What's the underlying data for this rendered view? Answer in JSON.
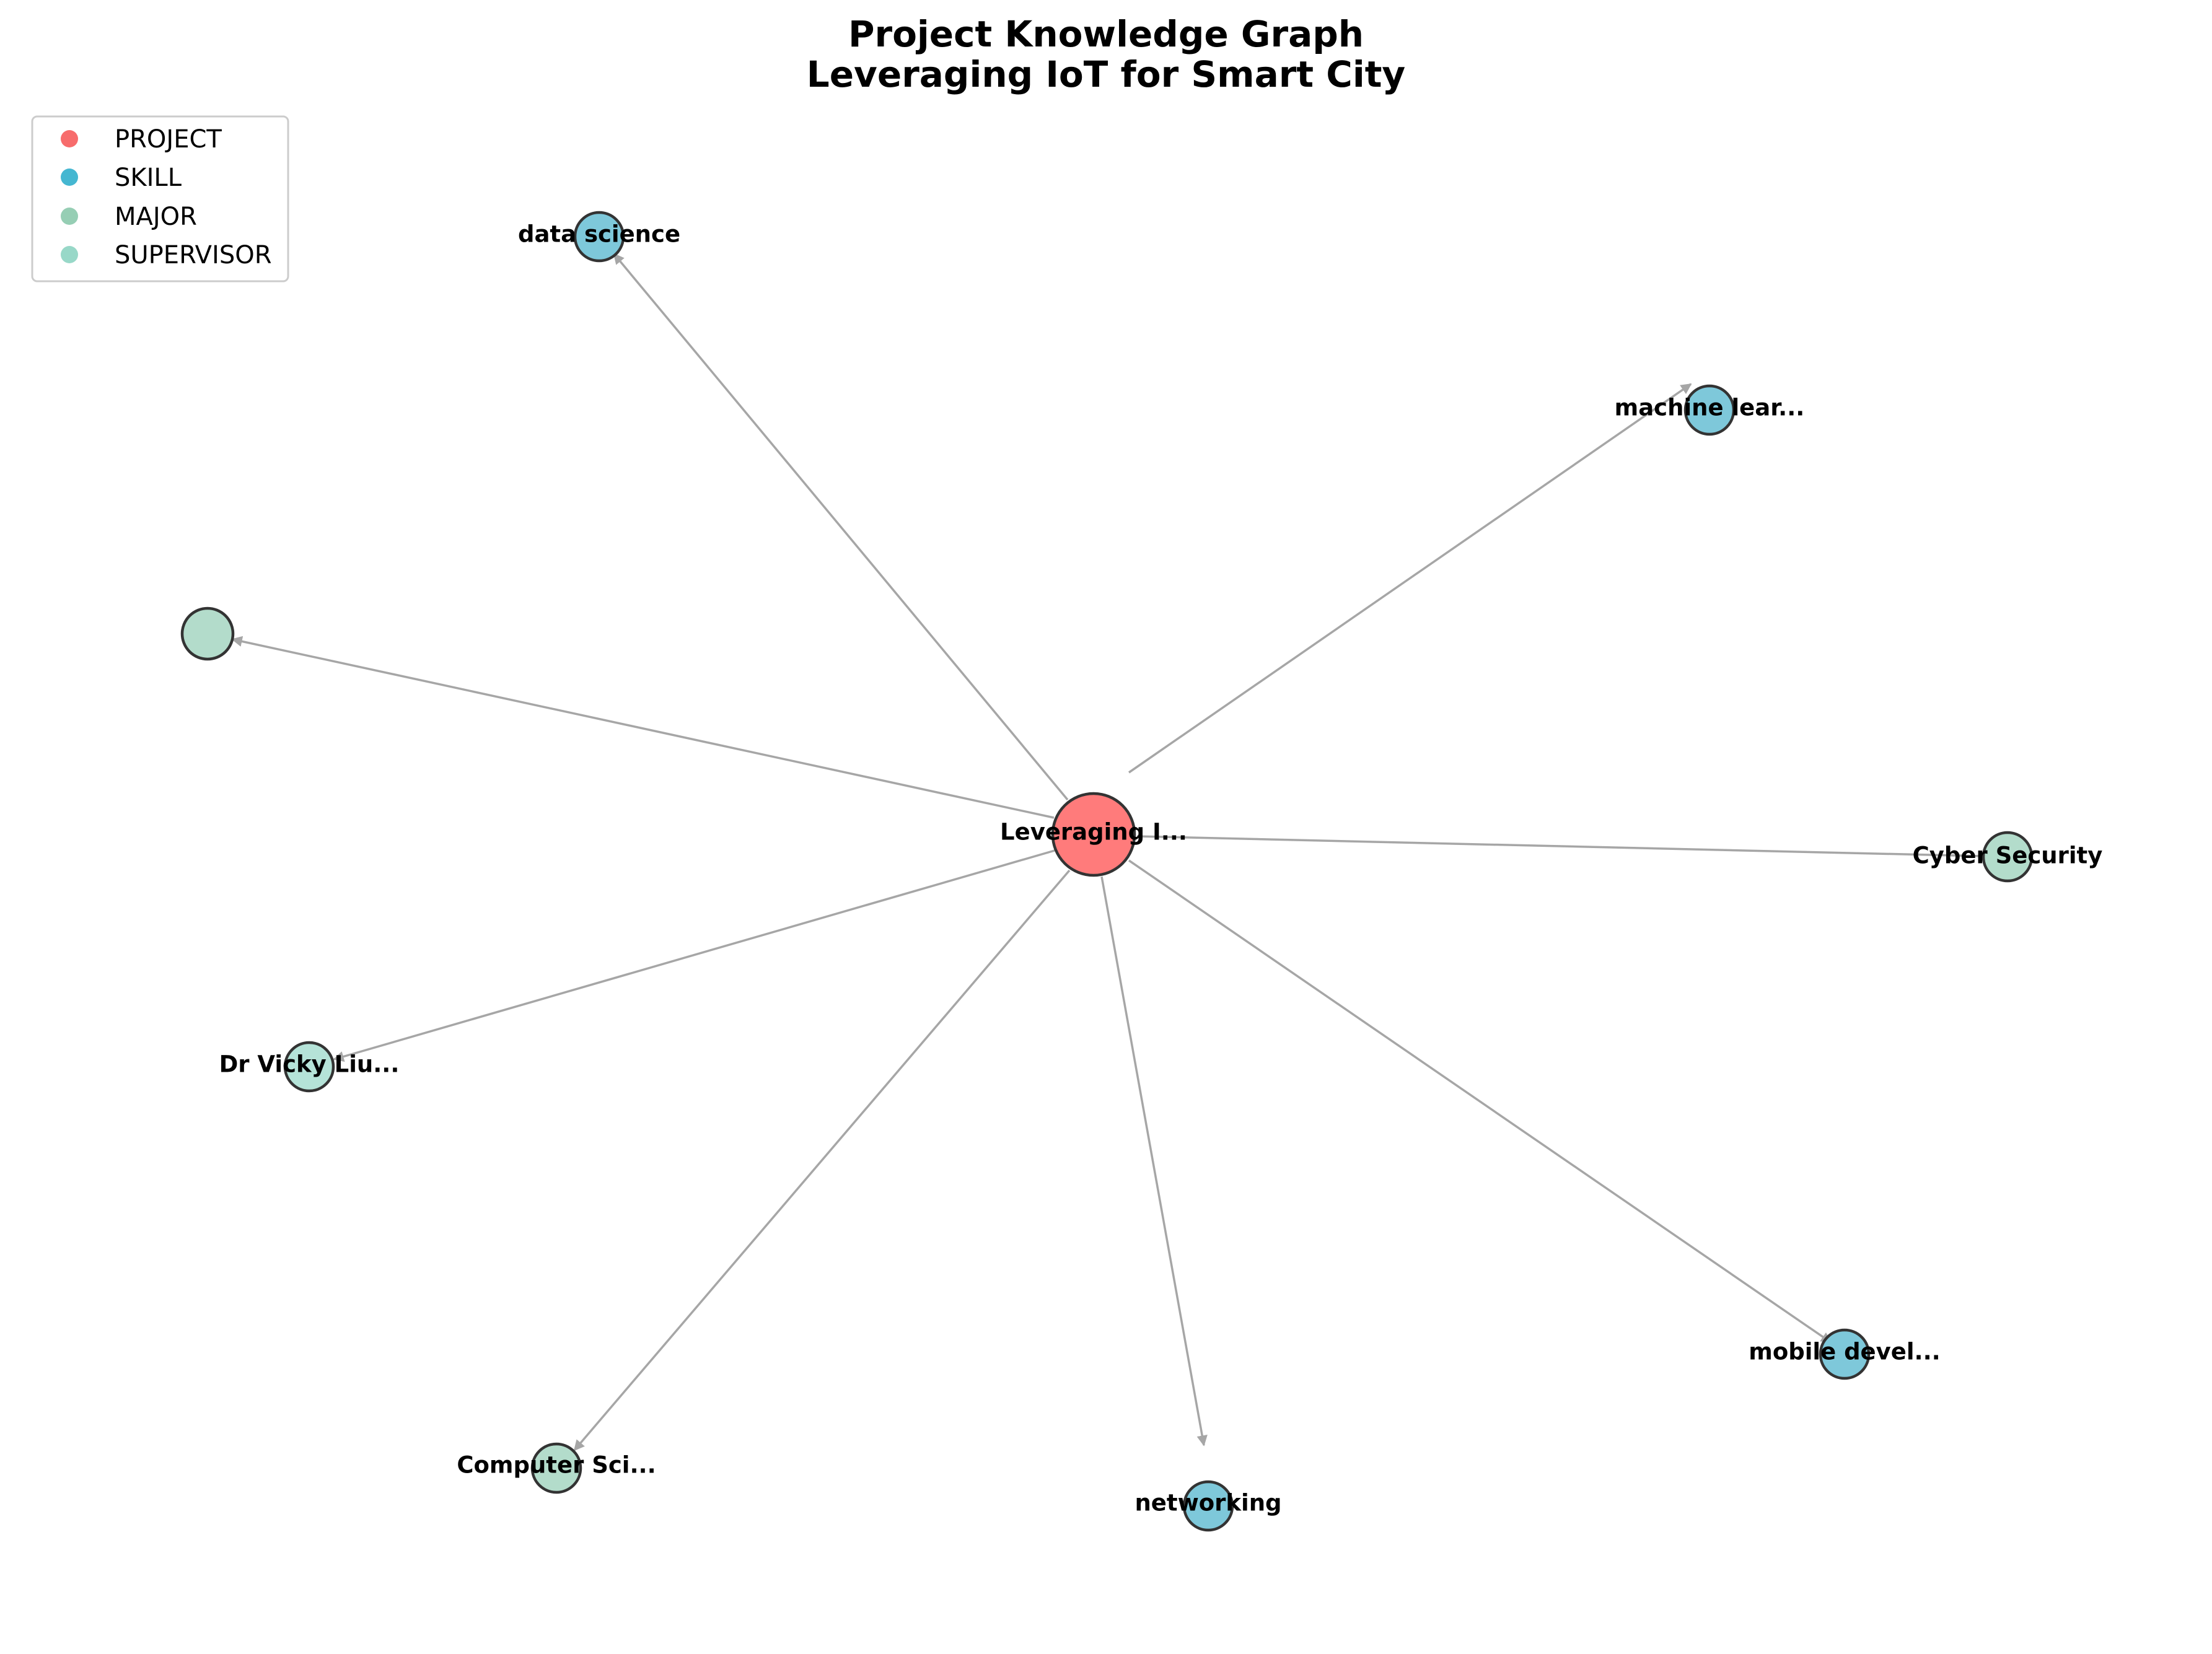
{
  "title": {
    "line1": "Project Knowledge Graph",
    "line2": "Leveraging IoT for Smart City"
  },
  "legend": [
    {
      "label": "PROJECT",
      "color": "#f76c6c"
    },
    {
      "label": "SKILL",
      "color": "#45b7d1"
    },
    {
      "label": "MAJOR",
      "color": "#96ceb4"
    },
    {
      "label": "SUPERVISOR",
      "color": "#98d8c8"
    }
  ],
  "graph": {
    "center": {
      "label": "Leveraging I...",
      "type": "PROJECT",
      "fill": "#ff7b7b"
    },
    "nodes": [
      {
        "id": "data-science",
        "label": "data science",
        "type": "SKILL",
        "fill": "#7ec8da"
      },
      {
        "id": "machine-learning",
        "label": "machine lear...",
        "type": "SKILL",
        "fill": "#7ec8da"
      },
      {
        "id": "unlabeled-major",
        "label": "",
        "type": "MAJOR",
        "fill": "#b3dccb"
      },
      {
        "id": "cyber-security",
        "label": "Cyber Security",
        "type": "MAJOR",
        "fill": "#b3dccb"
      },
      {
        "id": "dr-vicky-liu",
        "label": "Dr Vicky Liu...",
        "type": "SUPERVISOR",
        "fill": "#b5e3d8"
      },
      {
        "id": "computer-science",
        "label": "Computer Sci...",
        "type": "MAJOR",
        "fill": "#b3dccb"
      },
      {
        "id": "networking",
        "label": "networking",
        "type": "SKILL",
        "fill": "#7ec8da"
      },
      {
        "id": "mobile-development",
        "label": "mobile devel...",
        "type": "SKILL",
        "fill": "#7ec8da"
      }
    ]
  }
}
